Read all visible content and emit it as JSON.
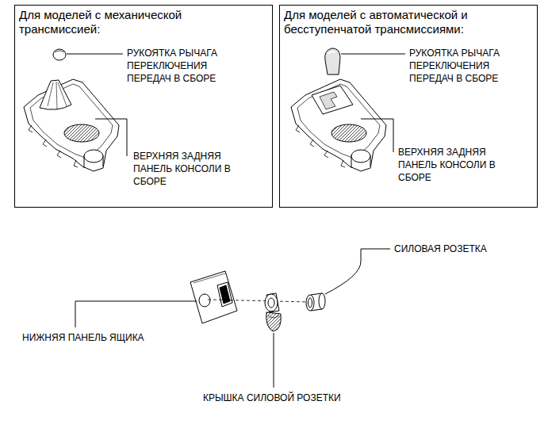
{
  "diagram": {
    "nodes": [
      {
        "text": [
          "Для моделей с механической трансмиссией:"
        ]
      },
      {
        "text": [
          "Для моделей с автоматической и бесступенчатой трансмиссиями:"
        ]
      }
    ],
    "labels": [
      "РУКОЯТКА РЫЧАГА ПЕРЕКЛЮЧЕНИЯ ПЕРЕДАЧ В СБОРЕ",
      "РУКОЯТКА РЫЧАГА ПЕРЕКЛЮЧЕНИЯ ПЕРЕДАЧ В СБОРЕ",
      "ВЕРХНЯЯ ЗАДНЯЯ ПАНЕЛЬ КОНСОЛИ В СБОРЕ",
      "ВЕРХНЯЯ ЗАДНЯЯ ПАНЕЛЬ КОНСОЛИ В СБОРЕ",
      "СИЛОВАЯ РОЗЕТКА",
      "НИЖНЯЯ ПАНЕЛЬ ЯЩИКА",
      "КРЫШКА СИЛОВОЙ РОЗЕТКИ"
    ]
  }
}
